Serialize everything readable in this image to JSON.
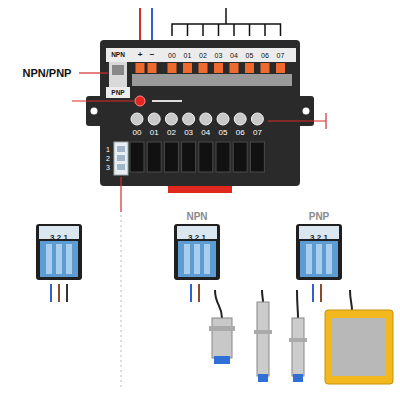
{
  "diagram": {
    "nodes": [
      {
        "text": [
          "3 2 1"
        ]
      },
      {
        "text": [
          "NPN",
          "3 2 1"
        ]
      },
      {
        "text": [
          "PNP",
          "3 2 1"
        ]
      }
    ],
    "labels": [
      "NPN/PNP",
      "NPN",
      "+",
      "−",
      "00",
      "01",
      "02",
      "03",
      "04",
      "05",
      "06",
      "07",
      "PNP",
      "00",
      "01",
      "02",
      "03",
      "04",
      "05",
      "06",
      "07",
      "1",
      "2",
      "3"
    ]
  }
}
